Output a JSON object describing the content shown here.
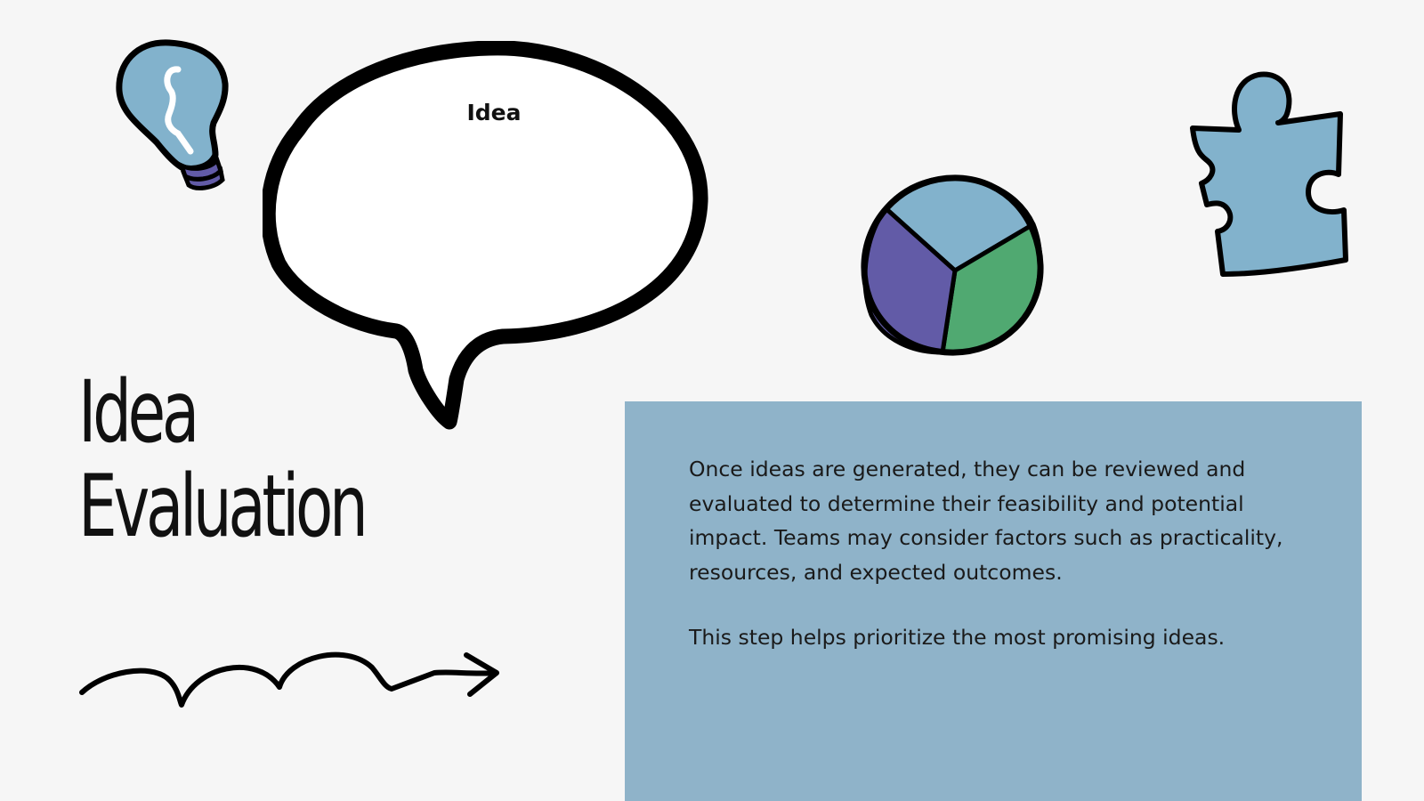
{
  "slide": {
    "title_line1": "Idea",
    "title_line2": "Evaluation",
    "bubble_label": "Idea",
    "body_paragraph1": "Once ideas are generated, they can be reviewed and evaluated to determine their feasibility and potential impact. Teams may consider factors such as practicality, resources, and expected outcomes.",
    "body_paragraph2": "This step helps prioritize the most promising ideas."
  },
  "icons": {
    "bulb": "lightbulb-icon",
    "bubble": "speech-bubble-icon",
    "pie": "pie-chart-icon",
    "puzzle": "puzzle-piece-icon",
    "arrow": "squiggle-arrow-icon"
  },
  "colors": {
    "background": "#f6f6f6",
    "panel": "#8fb3c9",
    "light_blue": "#82b2cc",
    "purple": "#625ba7",
    "green": "#50a971",
    "outline": "#000000"
  }
}
